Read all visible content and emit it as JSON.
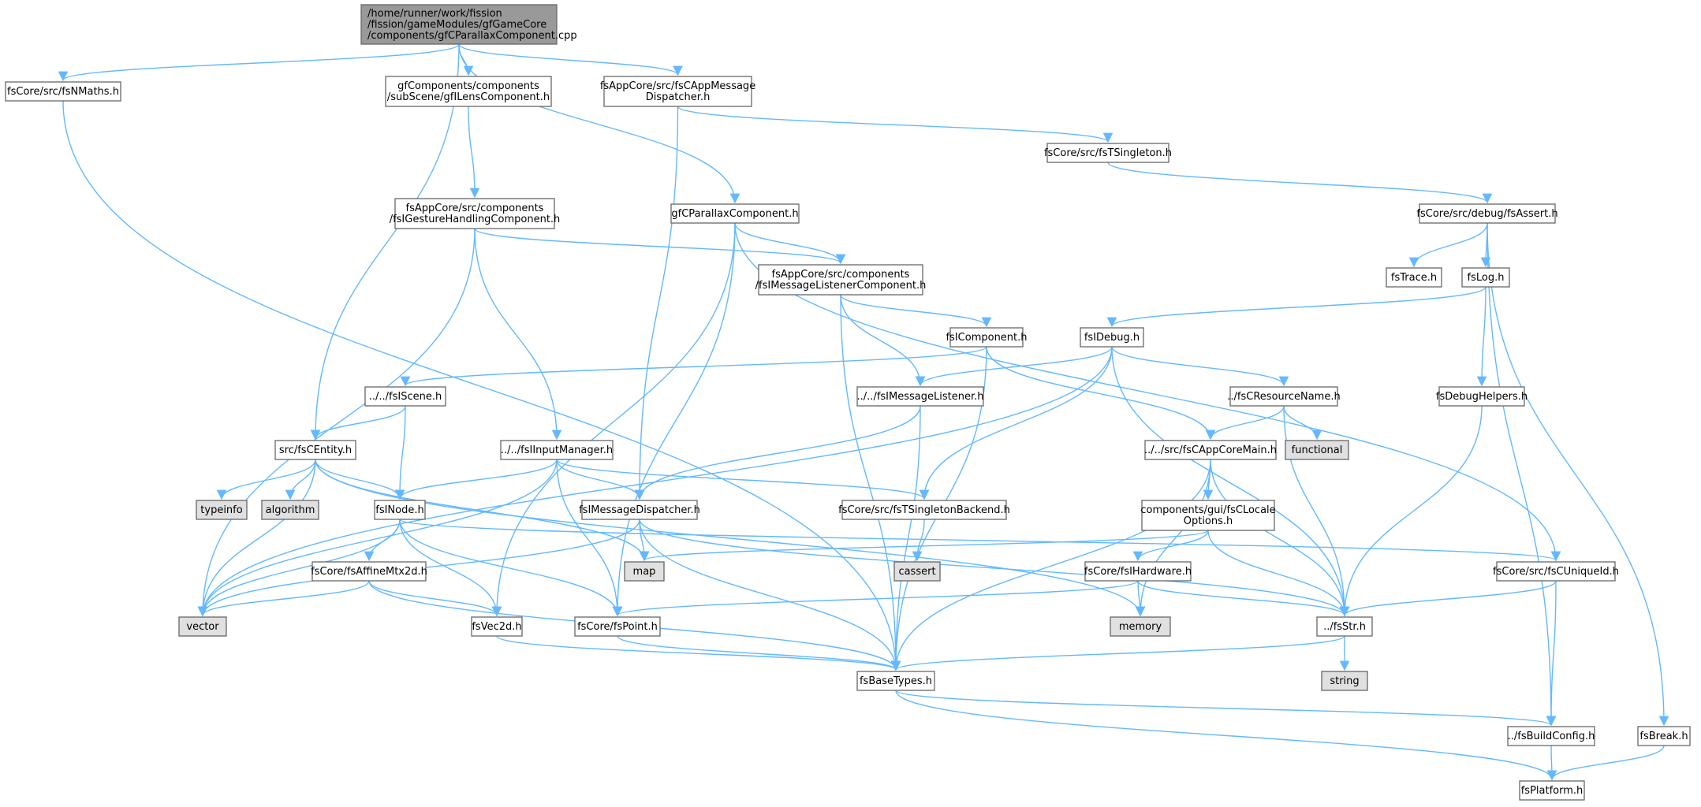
{
  "colors": {
    "edge": "#63b8ff",
    "root_fill": "#999999",
    "header_fill": "#ffffff",
    "system_fill": "#e0e0e0",
    "border": "#666666"
  },
  "nodes": [
    {
      "id": "root",
      "kind": "root",
      "lines": [
        "/home/runner/work/fission",
        "/fission/gameModules/gfGameCore",
        "/components/gfCParallaxComponent.cpp"
      ]
    },
    {
      "id": "nmaths",
      "kind": "header",
      "lines": [
        "fsCore/src/fsNMaths.h"
      ]
    },
    {
      "id": "lens",
      "kind": "header",
      "lines": [
        "gfComponents/components",
        "/subScene/gfILensComponent.h"
      ]
    },
    {
      "id": "appmsg",
      "kind": "header",
      "lines": [
        "fsAppCore/src/fsCAppMessage",
        "Dispatcher.h"
      ]
    },
    {
      "id": "tsingleton",
      "kind": "header",
      "lines": [
        "fsCore/src/fsTSingleton.h"
      ]
    },
    {
      "id": "gesture",
      "kind": "header",
      "lines": [
        "fsAppCore/src/components",
        "/fsIGestureHandlingComponent.h"
      ]
    },
    {
      "id": "parallax",
      "kind": "header",
      "lines": [
        "gfCParallaxComponent.h"
      ]
    },
    {
      "id": "assert",
      "kind": "header",
      "lines": [
        "fsCore/src/debug/fsAssert.h"
      ]
    },
    {
      "id": "msglistcomp",
      "kind": "header",
      "lines": [
        "fsAppCore/src/components",
        "/fsIMessageListenerComponent.h"
      ]
    },
    {
      "id": "trace",
      "kind": "header",
      "lines": [
        "fsTrace.h"
      ]
    },
    {
      "id": "log",
      "kind": "header",
      "lines": [
        "fsLog.h"
      ]
    },
    {
      "id": "icomponent",
      "kind": "header",
      "lines": [
        "fsIComponent.h"
      ]
    },
    {
      "id": "idebug",
      "kind": "header",
      "lines": [
        "fsIDebug.h"
      ]
    },
    {
      "id": "iscene",
      "kind": "header",
      "lines": [
        "../../fsIScene.h"
      ]
    },
    {
      "id": "msglistener",
      "kind": "header",
      "lines": [
        "../../fsIMessageListener.h"
      ]
    },
    {
      "id": "resname",
      "kind": "header",
      "lines": [
        "../fsCResourceName.h"
      ]
    },
    {
      "id": "debughelpers",
      "kind": "header",
      "lines": [
        "fsDebugHelpers.h"
      ]
    },
    {
      "id": "centity",
      "kind": "header",
      "lines": [
        "src/fsCEntity.h"
      ]
    },
    {
      "id": "inputmgr",
      "kind": "header",
      "lines": [
        "../../fsIInputManager.h"
      ]
    },
    {
      "id": "functional",
      "kind": "system",
      "lines": [
        "functional"
      ]
    },
    {
      "id": "appcoremain",
      "kind": "header",
      "lines": [
        "../../src/fsCAppCoreMain.h"
      ]
    },
    {
      "id": "typeinfo",
      "kind": "system",
      "lines": [
        "typeinfo"
      ]
    },
    {
      "id": "algorithm",
      "kind": "system",
      "lines": [
        "algorithm"
      ]
    },
    {
      "id": "inode",
      "kind": "header",
      "lines": [
        "fsINode.h"
      ]
    },
    {
      "id": "imsgdisp",
      "kind": "header",
      "lines": [
        "fsIMessageDispatcher.h"
      ]
    },
    {
      "id": "singletonbackend",
      "kind": "header",
      "lines": [
        "fsCore/src/fsTSingletonBackend.h"
      ]
    },
    {
      "id": "locale",
      "kind": "header",
      "lines": [
        "components/gui/fsCLocale",
        "Options.h"
      ]
    },
    {
      "id": "map",
      "kind": "system",
      "lines": [
        "map"
      ]
    },
    {
      "id": "cassert",
      "kind": "system",
      "lines": [
        "cassert"
      ]
    },
    {
      "id": "affine",
      "kind": "header",
      "lines": [
        "fsCore/fsAffineMtx2d.h"
      ]
    },
    {
      "id": "ihardware",
      "kind": "header",
      "lines": [
        "fsCore/fsIHardware.h"
      ]
    },
    {
      "id": "uniqueid",
      "kind": "header",
      "lines": [
        "fsCore/src/fsCUniqueId.h"
      ]
    },
    {
      "id": "vector",
      "kind": "system",
      "lines": [
        "vector"
      ]
    },
    {
      "id": "vec2d",
      "kind": "header",
      "lines": [
        "fsVec2d.h"
      ]
    },
    {
      "id": "point",
      "kind": "header",
      "lines": [
        "fsCore/fsPoint.h"
      ]
    },
    {
      "id": "memory",
      "kind": "system",
      "lines": [
        "memory"
      ]
    },
    {
      "id": "str",
      "kind": "header",
      "lines": [
        "../fsStr.h"
      ]
    },
    {
      "id": "basetypes",
      "kind": "header",
      "lines": [
        "fsBaseTypes.h"
      ]
    },
    {
      "id": "string",
      "kind": "system",
      "lines": [
        "string"
      ]
    },
    {
      "id": "buildconfig",
      "kind": "header",
      "lines": [
        "../fsBuildConfig.h"
      ]
    },
    {
      "id": "brk",
      "kind": "header",
      "lines": [
        "fsBreak.h"
      ]
    },
    {
      "id": "platform",
      "kind": "header",
      "lines": [
        "fsPlatform.h"
      ]
    }
  ],
  "edges": [
    [
      "root",
      "nmaths"
    ],
    [
      "root",
      "centity"
    ],
    [
      "root",
      "lens"
    ],
    [
      "root",
      "appmsg"
    ],
    [
      "root",
      "parallax"
    ],
    [
      "nmaths",
      "basetypes"
    ],
    [
      "lens",
      "gesture"
    ],
    [
      "appmsg",
      "tsingleton"
    ],
    [
      "appmsg",
      "imsgdisp"
    ],
    [
      "tsingleton",
      "assert"
    ],
    [
      "gesture",
      "vector"
    ],
    [
      "gesture",
      "msglistcomp"
    ],
    [
      "gesture",
      "inputmgr"
    ],
    [
      "parallax",
      "msglistcomp"
    ],
    [
      "parallax",
      "vec2d"
    ],
    [
      "parallax",
      "point"
    ],
    [
      "parallax",
      "uniqueid"
    ],
    [
      "assert",
      "trace"
    ],
    [
      "assert",
      "log"
    ],
    [
      "assert",
      "buildconfig"
    ],
    [
      "assert",
      "brk"
    ],
    [
      "msglistcomp",
      "icomponent"
    ],
    [
      "msglistcomp",
      "msglistener"
    ],
    [
      "msglistcomp",
      "basetypes"
    ],
    [
      "log",
      "idebug"
    ],
    [
      "log",
      "debughelpers"
    ],
    [
      "icomponent",
      "iscene"
    ],
    [
      "icomponent",
      "appcoremain"
    ],
    [
      "icomponent",
      "basetypes"
    ],
    [
      "idebug",
      "vector"
    ],
    [
      "idebug",
      "msglistener"
    ],
    [
      "idebug",
      "resname"
    ],
    [
      "idebug",
      "singletonbackend"
    ],
    [
      "idebug",
      "str"
    ],
    [
      "iscene",
      "centity"
    ],
    [
      "iscene",
      "inode"
    ],
    [
      "msglistener",
      "imsgdisp"
    ],
    [
      "msglistener",
      "basetypes"
    ],
    [
      "resname",
      "appcoremain"
    ],
    [
      "resname",
      "functional"
    ],
    [
      "resname",
      "str"
    ],
    [
      "debughelpers",
      "str"
    ],
    [
      "centity",
      "typeinfo"
    ],
    [
      "centity",
      "algorithm"
    ],
    [
      "centity",
      "inode"
    ],
    [
      "centity",
      "vector"
    ],
    [
      "centity",
      "map"
    ],
    [
      "centity",
      "memory"
    ],
    [
      "inputmgr",
      "inode"
    ],
    [
      "inputmgr",
      "imsgdisp"
    ],
    [
      "inputmgr",
      "singletonbackend"
    ],
    [
      "inputmgr",
      "vector"
    ],
    [
      "inputmgr",
      "point"
    ],
    [
      "appcoremain",
      "locale"
    ],
    [
      "appcoremain",
      "memory"
    ],
    [
      "appcoremain",
      "str"
    ],
    [
      "appcoremain",
      "basetypes"
    ],
    [
      "inode",
      "affine"
    ],
    [
      "inode",
      "vector"
    ],
    [
      "inode",
      "vec2d"
    ],
    [
      "inode",
      "point"
    ],
    [
      "inode",
      "uniqueid"
    ],
    [
      "imsgdisp",
      "map"
    ],
    [
      "imsgdisp",
      "vector"
    ],
    [
      "imsgdisp",
      "str"
    ],
    [
      "imsgdisp",
      "basetypes"
    ],
    [
      "singletonbackend",
      "cassert"
    ],
    [
      "locale",
      "map"
    ],
    [
      "locale",
      "ihardware"
    ],
    [
      "locale",
      "str"
    ],
    [
      "affine",
      "vector"
    ],
    [
      "affine",
      "vec2d"
    ],
    [
      "affine",
      "basetypes"
    ],
    [
      "ihardware",
      "point"
    ],
    [
      "ihardware",
      "memory"
    ],
    [
      "ihardware",
      "str"
    ],
    [
      "uniqueid",
      "str"
    ],
    [
      "uniqueid",
      "buildconfig"
    ],
    [
      "vec2d",
      "basetypes"
    ],
    [
      "point",
      "basetypes"
    ],
    [
      "str",
      "basetypes"
    ],
    [
      "str",
      "string"
    ],
    [
      "basetypes",
      "buildconfig"
    ],
    [
      "basetypes",
      "platform"
    ],
    [
      "buildconfig",
      "platform"
    ],
    [
      "brk",
      "platform"
    ]
  ]
}
